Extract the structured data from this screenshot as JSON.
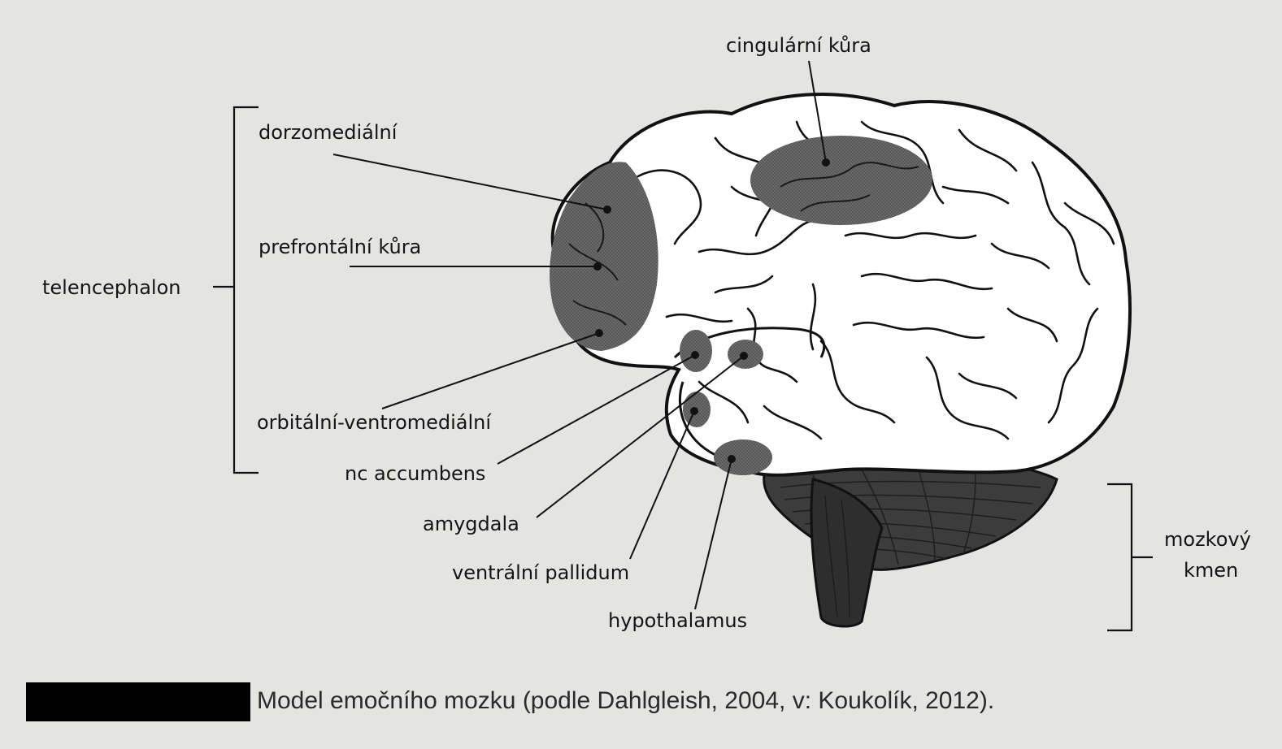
{
  "labels": {
    "cingular": "cingulární kůra",
    "dorzomedial": "dorzomediální",
    "prefrontal": "prefrontální kůra",
    "telencephalon": "telencephalon",
    "orbital": "orbitální-ventromediální",
    "accumbens": "nc accumbens",
    "amygdala": "amygdala",
    "pallidum": "ventrální pallidum",
    "hypothalamus": "hypothalamus",
    "brainstem_line1": "mozkový",
    "brainstem_line2": "kmen"
  },
  "caption": "Model emočního mozku (podle Dahlgleish, 2004, v: Koukolík, 2012).",
  "colors": {
    "background": "#e4e4e2",
    "outline": "#111111",
    "region": "#5a5a5a",
    "cerebellum": "#3c3c3c"
  }
}
